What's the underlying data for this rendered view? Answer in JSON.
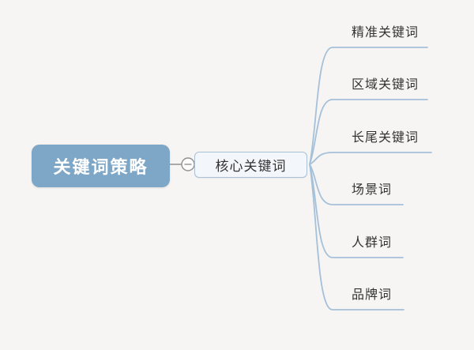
{
  "mindmap": {
    "root": {
      "label": "关键词策略"
    },
    "center": {
      "label": "核心关键词"
    },
    "leaves": [
      {
        "label": "精准关键词"
      },
      {
        "label": "区域关键词"
      },
      {
        "label": "长尾关键词"
      },
      {
        "label": "场景词"
      },
      {
        "label": "人群词"
      },
      {
        "label": "品牌词"
      }
    ],
    "collapse_icon": "minus-circle-icon"
  },
  "colors": {
    "background": "#f6f5f4",
    "root_fill": "#7ea6c6",
    "root_text": "#ffffff",
    "branch_fill": "#f3f7fb",
    "branch_border": "#a9c0d6",
    "branch_text": "#333333",
    "leaf_text": "#333333",
    "connector_blue": "#a5c0d9",
    "connector_gray": "#919191"
  }
}
